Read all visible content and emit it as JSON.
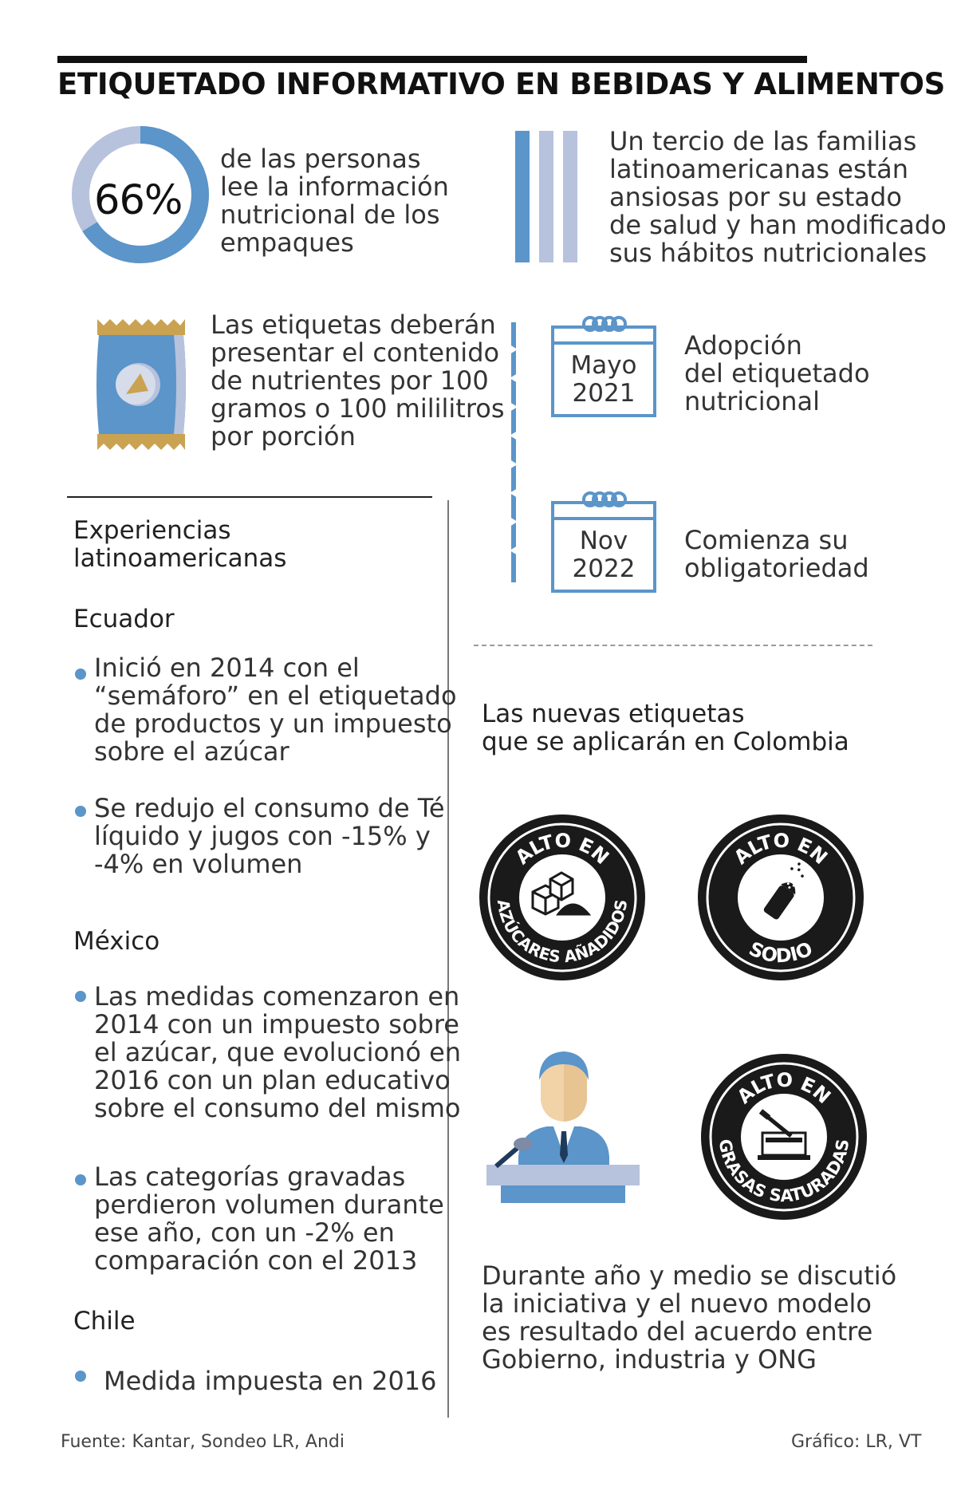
{
  "header": {
    "title": "ETIQUETADO INFORMATIVO EN BEBIDAS Y ALIMENTOS"
  },
  "stat": {
    "value": "66%",
    "percent": 66,
    "lines": [
      "de las personas",
      "lee la información",
      "nutricional de los",
      "empaques"
    ]
  },
  "families": {
    "lines": [
      "Un tercio de las familias",
      "latinoamericanas están",
      "ansiosas por su estado",
      "de salud y han modificado",
      "sus hábitos nutricionales"
    ]
  },
  "labels_info": {
    "lines": [
      "Las etiquetas deberán",
      "presentar el contenido",
      "de nutrientes por 100",
      "gramos o 100 mililitros",
      "por porción"
    ]
  },
  "timeline": [
    {
      "date": [
        "Mayo",
        "2021"
      ],
      "desc": [
        "Adopción",
        "del etiquetado",
        "nutricional"
      ]
    },
    {
      "date": [
        "Nov",
        "2022"
      ],
      "desc": [
        "Comienza su",
        "obligatoriedad"
      ]
    }
  ],
  "experiences": {
    "heading": [
      "Experiencias",
      "latinoamericanas"
    ],
    "ecuador": {
      "name": "Ecuador",
      "items": [
        [
          "Inició en 2014 con el",
          "“semáforo” en el etiquetado",
          "de productos y un impuesto",
          "sobre el azúcar"
        ],
        [
          "Se redujo el consumo de Té",
          "líquido y jugos con -15% y",
          "-4% en volumen"
        ]
      ]
    },
    "mexico": {
      "name": "México",
      "items": [
        [
          "Las medidas comenzaron en",
          "2014 con un impuesto sobre",
          "el azúcar, que evolucionó en",
          "2016 con un plan educativo",
          "sobre el consumo del mismo"
        ],
        [
          "Las categorías gravadas",
          "perdieron volumen durante",
          "ese año, con un -2% en",
          "comparación con el 2013"
        ]
      ]
    },
    "chile": {
      "name": "Chile",
      "items": [
        [
          "Medida impuesta en 2016"
        ]
      ]
    }
  },
  "new_labels": {
    "heading": [
      "Las nuevas etiquetas",
      "que se aplicarán en Colombia"
    ],
    "badges": [
      {
        "top": "ALTO EN",
        "bottom": "AZÚCARES AÑADIDOS",
        "icon": "sugar-cubes-icon"
      },
      {
        "top": "ALTO EN",
        "bottom": "SODIO",
        "icon": "salt-shaker-icon"
      },
      {
        "top": "ALTO EN",
        "bottom": "GRASAS SATURADAS",
        "icon": "butter-icon"
      }
    ]
  },
  "discussion": {
    "lines": [
      "Durante año y medio se discutió",
      "la iniciativa y el nuevo modelo",
      "es resultado del acuerdo entre",
      "Gobierno, industria y ONG"
    ]
  },
  "footer": {
    "source": "Fuente: Kantar, Sondeo LR, Andi",
    "credit": "Gráfico: LR, VT"
  },
  "colors": {
    "accent_blue": "#5b95c9",
    "light_blue": "#b7c2dd",
    "gold": "#c9a252",
    "badge_black": "#1a1a1a"
  }
}
